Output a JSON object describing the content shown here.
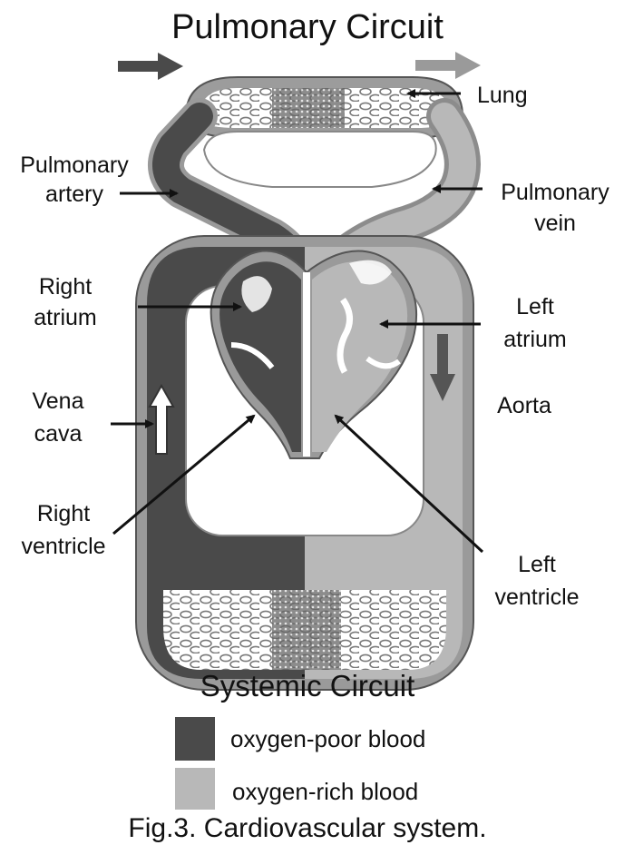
{
  "title": "Pulmonary Circuit",
  "bottom_title": "Systemic Circuit",
  "caption": "Fig.3. Cardiovascular system.",
  "colors": {
    "oxygen_poor": "#4a4a4a",
    "oxygen_rich": "#b8b8b8",
    "outline": "#9a9a9a"
  },
  "labels": {
    "lung": "Lung",
    "pulmonary_artery_1": "Pulmonary",
    "pulmonary_artery_2": "artery",
    "pulmonary_vein_1": "Pulmonary",
    "pulmonary_vein_2": "vein",
    "right_atrium_1": "Right",
    "right_atrium_2": "atrium",
    "left_atrium_1": "Left",
    "left_atrium_2": "atrium",
    "vena_cava_1": "Vena",
    "vena_cava_2": "cava",
    "aorta": "Aorta",
    "right_ventricle_1": "Right",
    "right_ventricle_2": "ventricle",
    "left_ventricle_1": "Left",
    "left_ventricle_2": "ventricle"
  },
  "legend": [
    {
      "label": "oxygen-poor blood",
      "color": "#4a4a4a"
    },
    {
      "label": "oxygen-rich blood",
      "color": "#b8b8b8"
    }
  ]
}
